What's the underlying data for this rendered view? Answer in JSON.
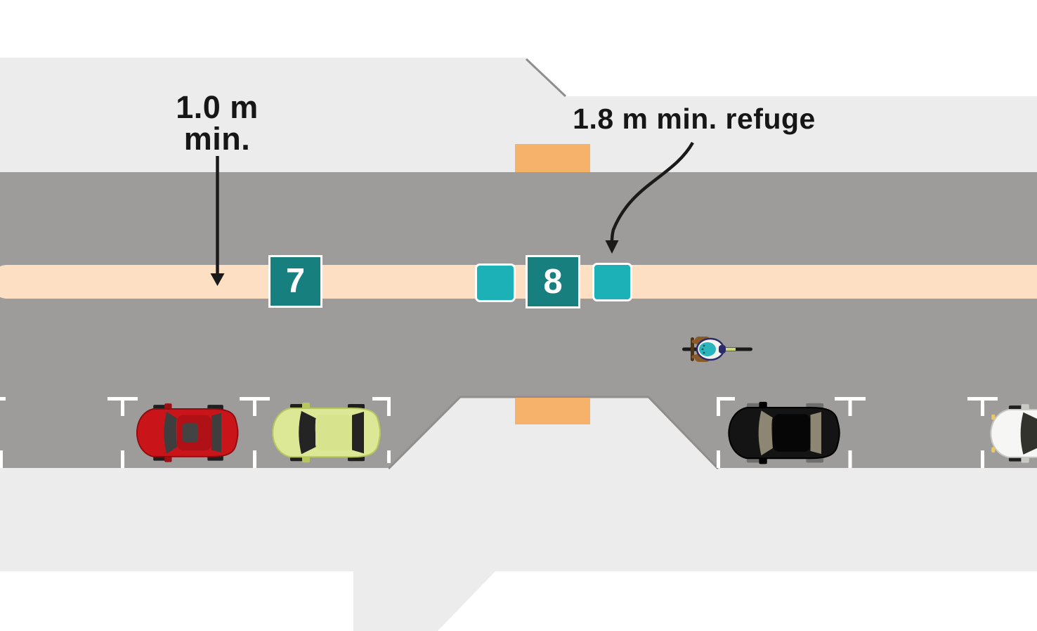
{
  "figure": {
    "annotations": {
      "median_width": {
        "line1": "1.0 m",
        "line2": "min."
      },
      "refuge": {
        "label": "1.8 m min. refuge"
      }
    },
    "markers": {
      "median": {
        "label": "7"
      },
      "refuge": {
        "label": "8"
      }
    },
    "icons": {
      "red_car": "car-top-view-red",
      "green_car": "car-top-view-green",
      "black_car": "car-top-view-black",
      "white_car": "car-top-view-white",
      "cyclist": "cyclist-top-view",
      "straight_arrow": "arrow-down",
      "curved_arrow": "arrow-curved-down",
      "parking_bays": "parking-bay-t-markings"
    },
    "colors": {
      "background": "#ffffff",
      "footpath": "#ececec",
      "road": "#9d9c9a",
      "kerb_line": "#8f8e8c",
      "median_strip": "#fde0c3",
      "crossing_marker": "#f6b26b",
      "numbered_marker": "#17807e",
      "refuge_pad": "#1bb1b6",
      "parking_marking": "#ffffff",
      "annotation_text": "#161616",
      "car_red": "#c9151a",
      "car_green": "#dce896",
      "car_black": "#141414",
      "car_white": "#f6f6f5"
    }
  }
}
